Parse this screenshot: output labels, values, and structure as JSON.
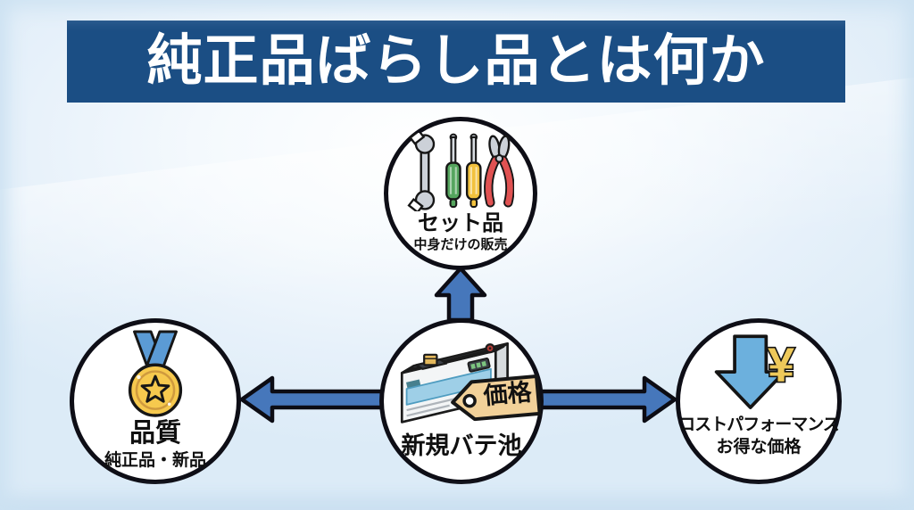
{
  "title": {
    "text": "純正品ばらし品とは何か"
  },
  "diagram": {
    "center": {
      "label": "新規バテ池",
      "icon": "battery-icon",
      "price_tag": "価格"
    },
    "top": {
      "label": "セット品",
      "sublabel": "中身だけの販売",
      "icon": "tools-icon"
    },
    "left": {
      "label": "品質",
      "sublabel": "純正品・新品",
      "icon": "medal-icon"
    },
    "right": {
      "label": "コストパフォーマンス",
      "sublabel": "お得な価格",
      "icon": "yen-down-arrow-icon",
      "yen_symbol": "¥"
    },
    "edges": [
      {
        "from": "center",
        "to": "top"
      },
      {
        "from": "center",
        "to": "left"
      },
      {
        "from": "center",
        "to": "right"
      }
    ]
  },
  "colors": {
    "banner_bg": "#1b4e84",
    "banner_text": "#ffffff",
    "background": "#e9f3fb",
    "arrow_fill": "#4677bb",
    "arrow_outline": "#0c0c14",
    "circle_bg": "#ffffff",
    "circle_border": "#0e0e16",
    "tag_bg": "#f2d199",
    "label_text": "#101010",
    "medal_gold": "#f6c94e",
    "ribbon_blue": "#5b9bd5",
    "yen_arrow_blue": "#6cb0dd",
    "yen_gold": "#eec95a"
  }
}
